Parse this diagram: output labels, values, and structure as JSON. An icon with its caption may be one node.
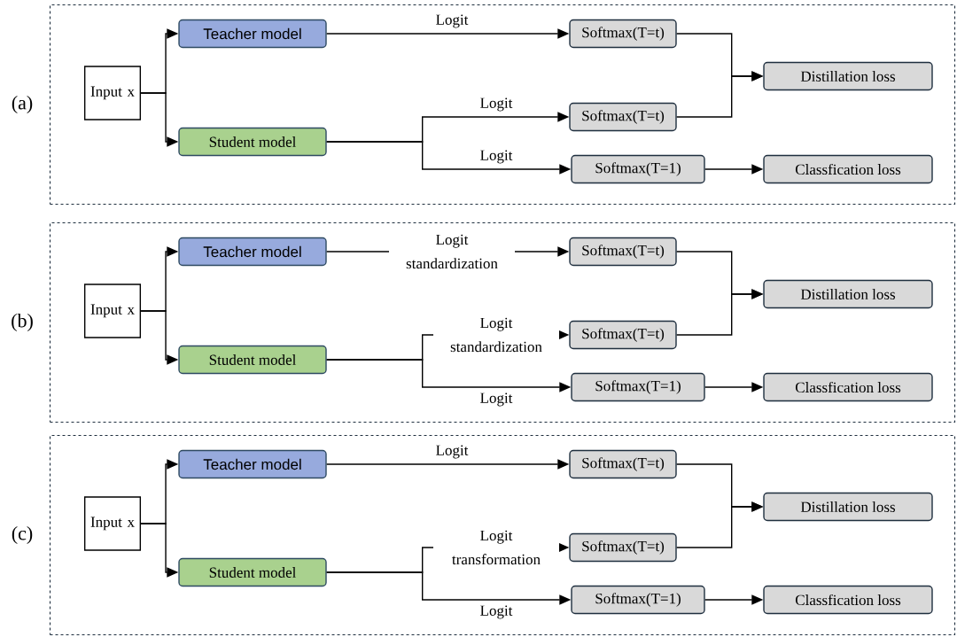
{
  "diagram": {
    "nodes": [
      {
        "text": [
          "(a)"
        ]
      },
      {
        "text": [
          "Input x"
        ],
        "in": 0
      },
      {
        "text": [
          "Teacher model"
        ],
        "in": 0
      },
      {
        "text": [
          "Student model"
        ],
        "in": 0
      },
      {
        "text": [
          "Softmax(T=t)"
        ],
        "in": 0
      },
      {
        "text": [
          "Softmax(T=t)"
        ],
        "in": 0
      },
      {
        "text": [
          "Softmax(T=1)"
        ],
        "in": 0
      },
      {
        "text": [
          "Distillation loss"
        ],
        "in": 0
      },
      {
        "text": [
          "Classfication loss"
        ],
        "in": 0
      },
      {
        "text": [
          "(b)"
        ]
      },
      {
        "text": [
          "Input x"
        ],
        "in": 9
      },
      {
        "text": [
          "Teacher model"
        ],
        "in": 9
      },
      {
        "text": [
          "Student model"
        ],
        "in": 9
      },
      {
        "text": [
          "Softmax(T=t)"
        ],
        "in": 9
      },
      {
        "text": [
          "Softmax(T=t)"
        ],
        "in": 9
      },
      {
        "text": [
          "Softmax(T=1)"
        ],
        "in": 9
      },
      {
        "text": [
          "Distillation loss"
        ],
        "in": 9
      },
      {
        "text": [
          "Classfication loss"
        ],
        "in": 9
      },
      {
        "text": [
          "(c)"
        ]
      },
      {
        "text": [
          "Input x"
        ],
        "in": 18
      },
      {
        "text": [
          "Teacher model"
        ],
        "in": 18
      },
      {
        "text": [
          "Student model"
        ],
        "in": 18
      },
      {
        "text": [
          "Softmax(T=t)"
        ],
        "in": 18
      },
      {
        "text": [
          "Softmax(T=t)"
        ],
        "in": 18
      },
      {
        "text": [
          "Softmax(T=1)"
        ],
        "in": 18
      },
      {
        "text": [
          "Distillation loss"
        ],
        "in": 18
      },
      {
        "text": [
          "Classfication loss"
        ],
        "in": 18
      }
    ],
    "edges": [
      {
        "from": 1,
        "to": 2,
        "arrow": "to"
      },
      {
        "from": 1,
        "to": 3,
        "arrow": "to"
      },
      {
        "from": 2,
        "to": 4,
        "arrow": "to",
        "label": "Logit"
      },
      {
        "from": 3,
        "to": 5,
        "arrow": "to",
        "label": "Logit"
      },
      {
        "from": 3,
        "to": 6,
        "arrow": "to",
        "label": "Logit"
      },
      {
        "from": 4,
        "to": 7,
        "arrow": "to"
      },
      {
        "from": 5,
        "to": 7,
        "arrow": "to"
      },
      {
        "from": 6,
        "to": 8,
        "arrow": "to"
      },
      {
        "from": 10,
        "to": 11,
        "arrow": "to"
      },
      {
        "from": 10,
        "to": 12,
        "arrow": "to"
      },
      {
        "from": 11,
        "to": 13,
        "arrow": "to",
        "label": "Logit standardization"
      },
      {
        "from": 12,
        "to": 14,
        "arrow": "to",
        "label": "Logit standardization"
      },
      {
        "from": 12,
        "to": 15,
        "arrow": "to",
        "label": "Logit"
      },
      {
        "from": 13,
        "to": 16,
        "arrow": "to"
      },
      {
        "from": 14,
        "to": 16,
        "arrow": "to"
      },
      {
        "from": 15,
        "to": 17,
        "arrow": "to"
      },
      {
        "from": 19,
        "to": 20,
        "arrow": "to"
      },
      {
        "from": 19,
        "to": 21,
        "arrow": "to"
      },
      {
        "from": 20,
        "to": 22,
        "arrow": "to",
        "label": "Logit"
      },
      {
        "from": 21,
        "to": 23,
        "arrow": "to",
        "label": "Logit transformation"
      },
      {
        "from": 21,
        "to": 24,
        "arrow": "to",
        "label": "Logit"
      },
      {
        "from": 22,
        "to": 25,
        "arrow": "to"
      },
      {
        "from": 23,
        "to": 25,
        "arrow": "to"
      },
      {
        "from": 24,
        "to": 26,
        "arrow": "to"
      }
    ]
  }
}
